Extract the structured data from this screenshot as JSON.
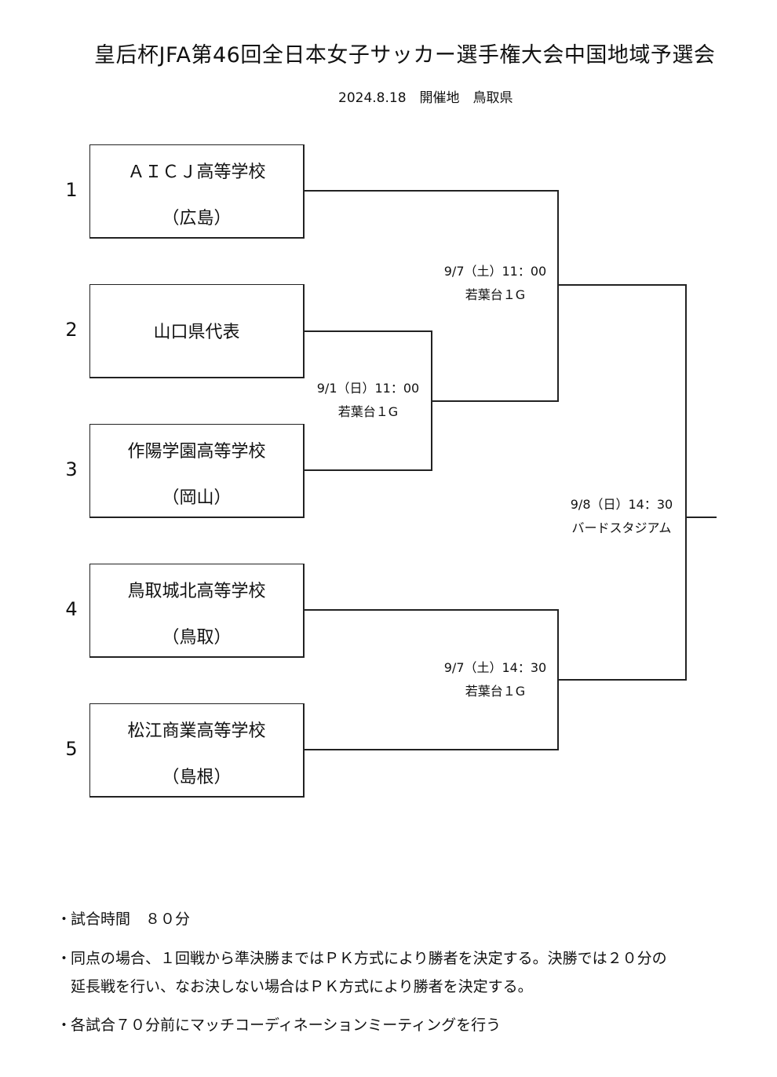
{
  "header": {
    "title": "皇后杯JFA第46回全日本女子サッカー選手権大会中国地域予選会",
    "subtitle": "2024.8.18　開催地　鳥取県"
  },
  "teams": [
    {
      "seed": "1",
      "name": "ＡＩＣＪ高等学校",
      "pref": "（広島）"
    },
    {
      "seed": "2",
      "name": "山口県代表",
      "pref": ""
    },
    {
      "seed": "3",
      "name": "作陽学園高等学校",
      "pref": "（岡山）"
    },
    {
      "seed": "4",
      "name": "鳥取城北高等学校",
      "pref": "（鳥取）"
    },
    {
      "seed": "5",
      "name": "松江商業高等学校",
      "pref": "（島根）"
    }
  ],
  "matches": {
    "first_round": {
      "date": "9/1（日）11：00",
      "venue": "若葉台１G"
    },
    "semi_1": {
      "date": "9/7（土）11：00",
      "venue": "若葉台１G"
    },
    "semi_2": {
      "date": "9/7（土）14：30",
      "venue": "若葉台１G"
    },
    "final": {
      "date": "9/8（日）14：30",
      "venue": "バードスタジアム"
    }
  },
  "notes": {
    "bullet": "・",
    "match_time": "試合時間　８０分",
    "tie_rule_line1": "同点の場合、１回戦から準決勝まではＰＫ方式により勝者を決定する。決勝では２０分の",
    "tie_rule_line2": "延長戦を行い、なお決しない場合はＰＫ方式により勝者を決定する。",
    "meeting": "各試合７０分前にマッチコーディネーションミーティングを行う"
  }
}
